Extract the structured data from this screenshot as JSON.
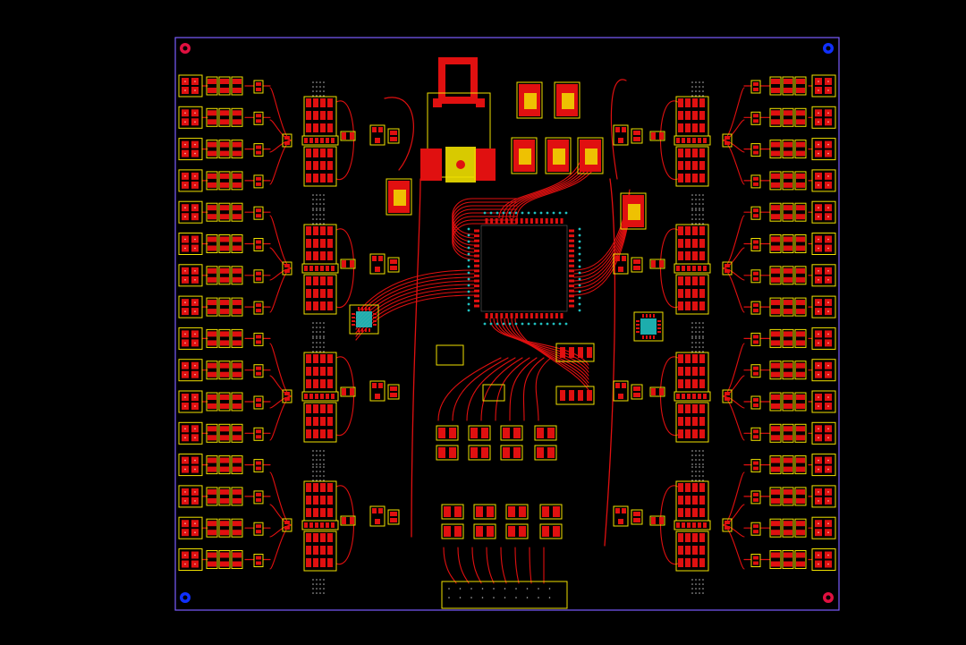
{
  "view": {
    "background": "#000000",
    "board_outline": "#7a5cff",
    "colors": {
      "top_copper": "#e01010",
      "top_pad": "#e01010",
      "silkscreen": "#f0e000",
      "via": "#20c0c0",
      "fiducial_red": "#e01040",
      "fiducial_blue": "#1030ff",
      "pin_dot": "#ffffff"
    }
  },
  "board": {
    "left_connector_count": 16,
    "right_connector_count": 16,
    "channel_groups_per_side": 4,
    "bottom_connector_pins": 20,
    "mcu_pins_per_side": 16
  }
}
